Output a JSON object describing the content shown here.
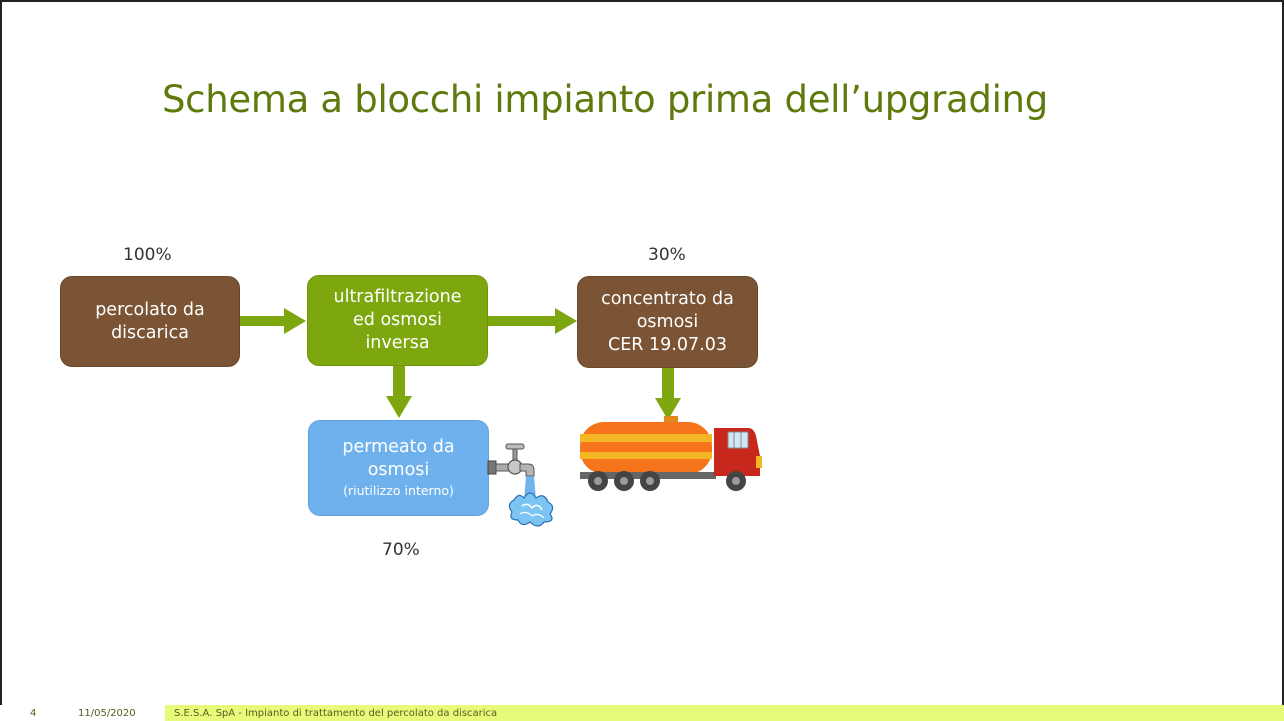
{
  "title": "Schema a blocchi impianto prima dell’upgrading",
  "percentages": {
    "input": "100%",
    "concentrate": "30%",
    "permeate": "70%"
  },
  "blocks": {
    "percolato": [
      "percolato da",
      "discarica"
    ],
    "ultrafiltrazione": [
      "ultrafiltrazione",
      "ed osmosi",
      "inversa"
    ],
    "concentrato": [
      "concentrato da",
      "osmosi",
      "CER 19.07.03"
    ],
    "permeato": [
      "permeato da",
      "osmosi",
      "(riutilizzo interno)"
    ]
  },
  "icons": [
    "water-tap-icon",
    "tanker-truck-icon"
  ],
  "colors": {
    "title": "#5e7a0c",
    "brown_block": "#7a5434",
    "green_block": "#7ea60e",
    "blue_block": "#6fb1ec",
    "arrow": "#7ea60e",
    "footer_band": "#e8fa7a"
  },
  "footer": {
    "slide_number": "4",
    "date": "11/05/2020",
    "text": "S.E.S.A. SpA - Impianto di trattamento del percolato da discarica"
  }
}
